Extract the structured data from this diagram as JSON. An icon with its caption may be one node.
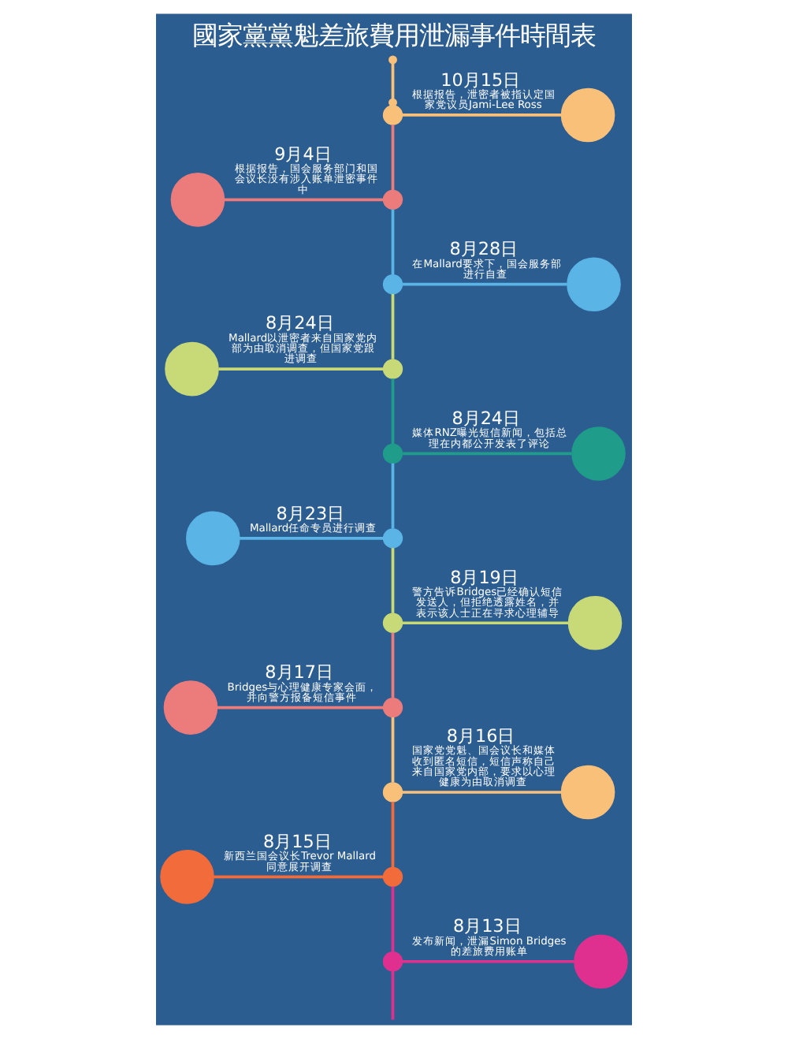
{
  "diagram": {
    "title": "國家黨黨魁差旅費用泄漏事件時間表",
    "nodes": [
      {
        "text": [],
        "shape": "circle",
        "beside": [
          "10月15日",
          "根据报告，泄密者被指认定国家党议员Jami-Lee Ross"
        ]
      },
      {
        "text": [],
        "shape": "circle"
      },
      {
        "text": [],
        "shape": "circle",
        "beside": [
          "9月4日",
          "根据报告，国会服务部门和国会议长没有涉入账单泄密事件中"
        ]
      },
      {
        "text": [],
        "shape": "circle"
      },
      {
        "text": [],
        "shape": "circle",
        "beside": [
          "8月28日",
          "在Mallard要求下，国会服务部进行自查"
        ]
      },
      {
        "text": [],
        "shape": "circle"
      },
      {
        "text": [],
        "shape": "circle",
        "beside": [
          "8月24日",
          "Mallard以泄密者来自国家党内部为由取消调查，但国家党跟进调查"
        ]
      },
      {
        "text": [],
        "shape": "circle"
      },
      {
        "text": [],
        "shape": "circle",
        "beside": [
          "8月24日",
          "媒体RNZ曝光短信新闻，包括总理在内都公开发表了评论"
        ]
      },
      {
        "text": [],
        "shape": "circle"
      },
      {
        "text": [],
        "shape": "circle",
        "beside": [
          "8月23日",
          "Mallard任命专员进行调查"
        ]
      },
      {
        "text": [],
        "shape": "circle"
      },
      {
        "text": [],
        "shape": "circle",
        "beside": [
          "8月19日",
          "警方告诉Bridges已经确认短信发送人，但拒绝透露姓名，并表示该人士正在寻求心理辅导"
        ]
      },
      {
        "text": [],
        "shape": "circle"
      },
      {
        "text": [],
        "shape": "circle",
        "beside": [
          "8月17日",
          "Bridges与心理健康专家会面，并向警方报备短信事件"
        ]
      },
      {
        "text": [],
        "shape": "circle"
      },
      {
        "text": [],
        "shape": "circle",
        "beside": [
          "8月16日",
          "国家党党魁、国会议长和媒体收到匿名短信，短信声称自己来自国家党内部，要求以心理健康为由取消调查"
        ]
      },
      {
        "text": [],
        "shape": "circle"
      },
      {
        "text": [],
        "shape": "circle",
        "beside": [
          "8月15日",
          "新西兰国会议长Trevor Mallard同意展开调查"
        ]
      },
      {
        "text": [],
        "shape": "circle"
      },
      {
        "text": [],
        "shape": "circle",
        "beside": [
          "8月13日",
          "发布新闻，泄漏Simon Bridges的差旅费用账单"
        ]
      },
      {
        "text": [],
        "shape": "circle"
      }
    ],
    "edges": [
      {
        "from": null,
        "to": 0,
        "arrow": "other",
        "color": "#f9c07a"
      },
      {
        "from": 0,
        "to": 1,
        "arrow": "none",
        "color": "#f9c07a"
      },
      {
        "from": 0,
        "to": 2,
        "arrow": "none",
        "color": "#ec7b7b"
      },
      {
        "from": 3,
        "to": 2,
        "arrow": "none",
        "color": "#ec7b7b"
      },
      {
        "from": 2,
        "to": 4,
        "arrow": "none",
        "color": "#5ab4e5"
      },
      {
        "from": 4,
        "to": 5,
        "arrow": "none",
        "color": "#5ab4e5"
      },
      {
        "from": 4,
        "to": 6,
        "arrow": "none",
        "color": "#c8d977"
      },
      {
        "from": 7,
        "to": 6,
        "arrow": "none",
        "color": "#c8d977"
      },
      {
        "from": 6,
        "to": 8,
        "arrow": "none",
        "color": "#1f9c8a"
      },
      {
        "from": 8,
        "to": 9,
        "arrow": "none",
        "color": "#1f9c8a"
      },
      {
        "from": 8,
        "to": 10,
        "arrow": "none",
        "color": "#5ab4e5"
      },
      {
        "from": 11,
        "to": 10,
        "arrow": "none",
        "color": "#5ab4e5"
      },
      {
        "from": 10,
        "to": 12,
        "arrow": "none",
        "color": "#c8d977"
      },
      {
        "from": 12,
        "to": 13,
        "arrow": "none",
        "color": "#c8d977"
      },
      {
        "from": 12,
        "to": 14,
        "arrow": "none",
        "color": "#ec7b7b"
      },
      {
        "from": 15,
        "to": 14,
        "arrow": "none",
        "color": "#ec7b7b"
      },
      {
        "from": 14,
        "to": 16,
        "arrow": "none",
        "color": "#f9c07a"
      },
      {
        "from": 16,
        "to": 17,
        "arrow": "none",
        "color": "#f9c07a"
      },
      {
        "from": 16,
        "to": 18,
        "arrow": "none",
        "color": "#f26b3a"
      },
      {
        "from": 19,
        "to": 18,
        "arrow": "none",
        "color": "#f26b3a"
      },
      {
        "from": 18,
        "to": 20,
        "arrow": "none",
        "color": "#e0308f"
      },
      {
        "from": 20,
        "to": 21,
        "arrow": "none",
        "color": "#e0308f"
      },
      {
        "from": 20,
        "to": null,
        "arrow": "none",
        "color": "#e0308f"
      }
    ]
  }
}
